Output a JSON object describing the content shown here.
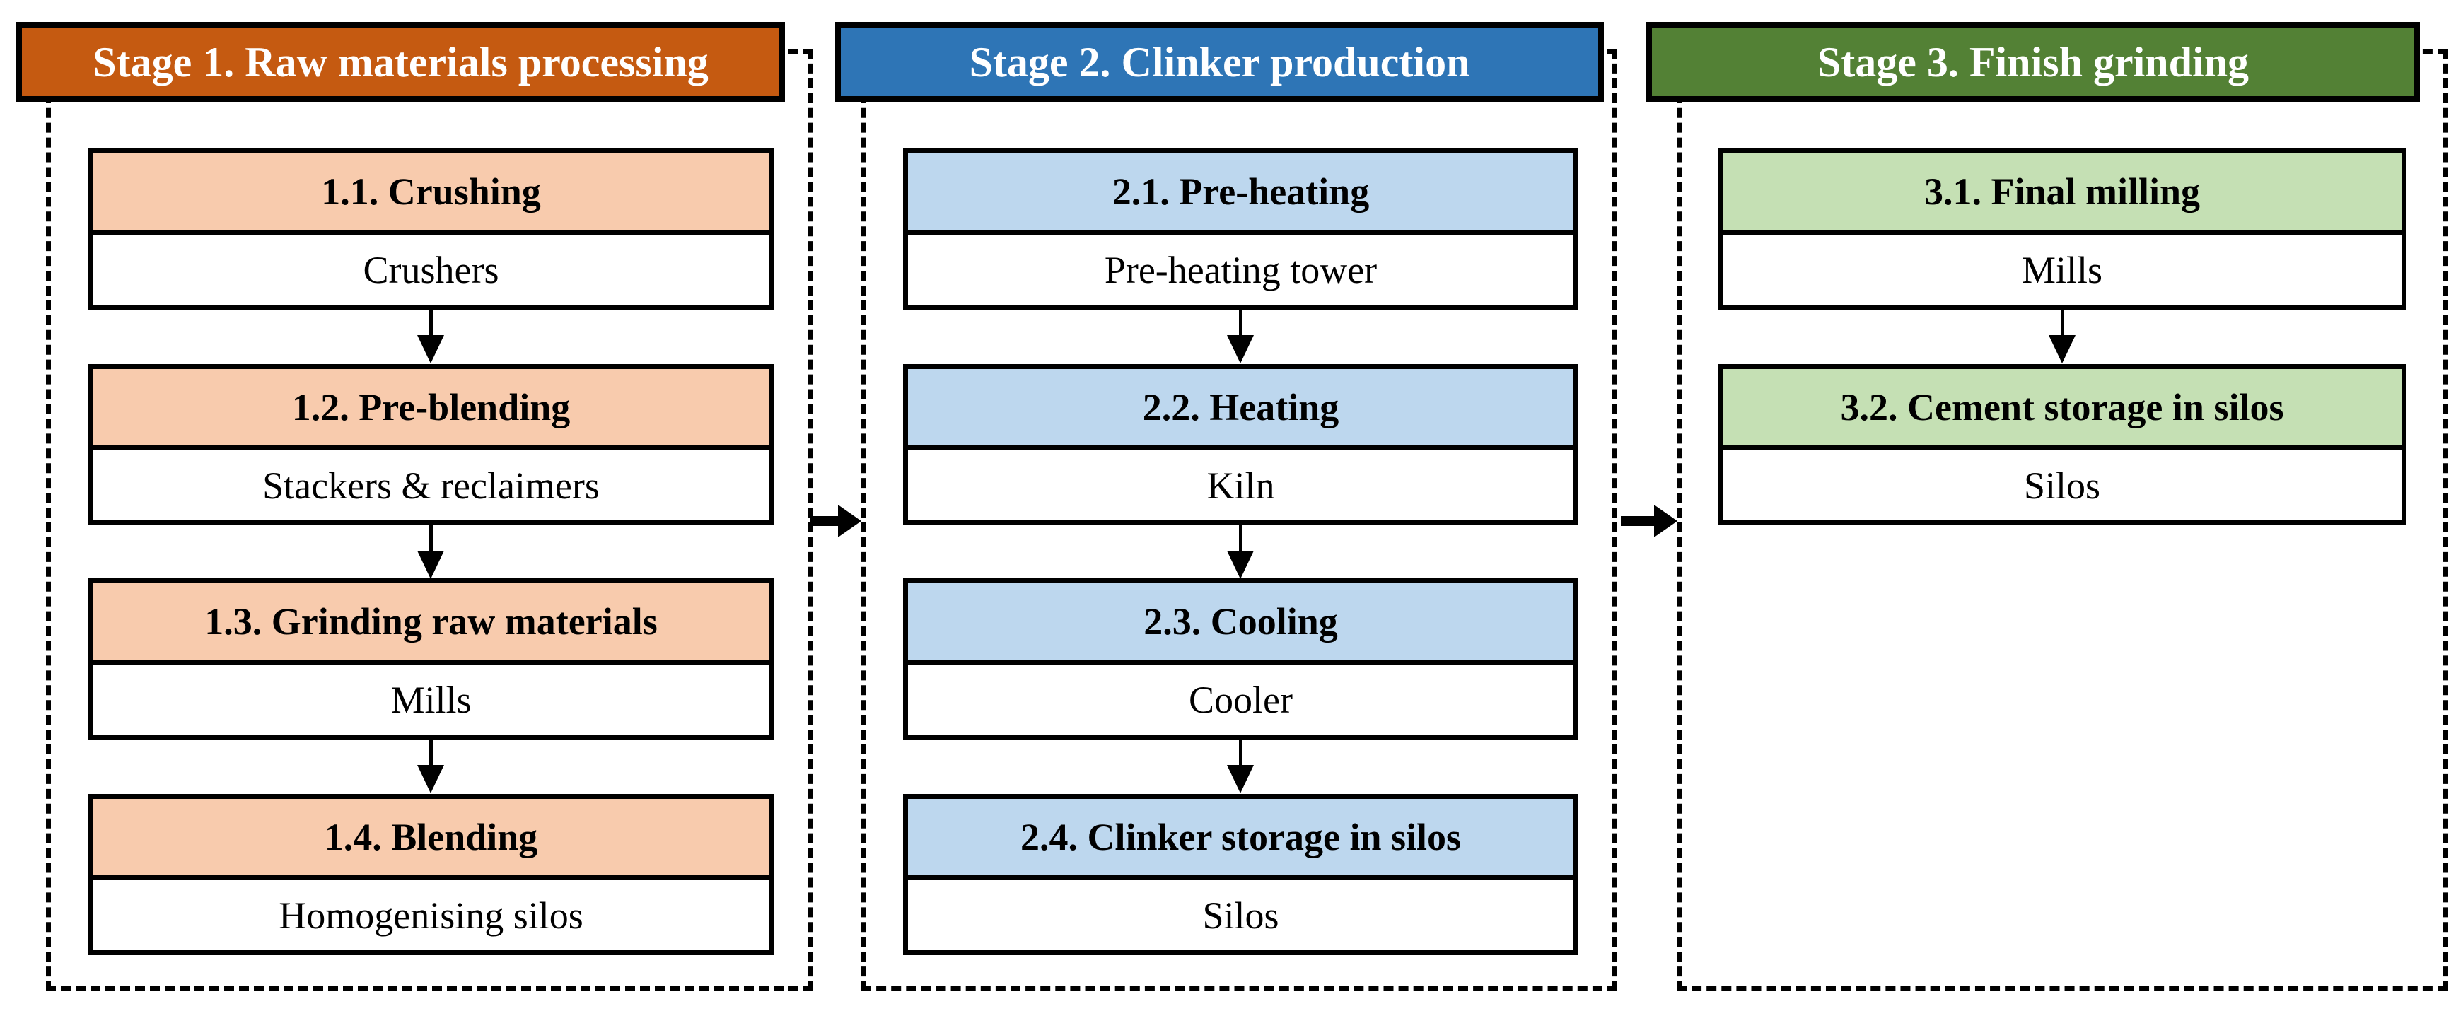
{
  "figure": {
    "description": "Three-stage cement production process flow diagram"
  },
  "stages": [
    {
      "label": "Stage 1. Raw materials processing",
      "header_color": "#C55A11",
      "block_fill": "#F8CBAD",
      "blocks": [
        {
          "title": "1.1. Crushing",
          "equipment": "Crushers"
        },
        {
          "title": "1.2. Pre-blending",
          "equipment": "Stackers & reclaimers"
        },
        {
          "title": "1.3. Grinding raw materials",
          "equipment": "Mills"
        },
        {
          "title": "1.4. Blending",
          "equipment": "Homogenising silos"
        }
      ]
    },
    {
      "label": "Stage 2. Clinker production",
      "header_color": "#2E75B6",
      "block_fill": "#BDD7EE",
      "blocks": [
        {
          "title": "2.1. Pre-heating",
          "equipment": "Pre-heating tower"
        },
        {
          "title": "2.2. Heating",
          "equipment": "Kiln"
        },
        {
          "title": "2.3. Cooling",
          "equipment": "Cooler"
        },
        {
          "title": "2.4. Clinker storage in silos",
          "equipment": "Silos"
        }
      ]
    },
    {
      "label": "Stage 3. Finish grinding",
      "header_color": "#538135",
      "block_fill": "#C5E0B4",
      "blocks": [
        {
          "title": "3.1. Final milling",
          "equipment": "Mills"
        },
        {
          "title": "3.2. Cement storage in silos",
          "equipment": "Silos"
        }
      ]
    }
  ],
  "colors": {
    "border": "#000000",
    "arrow": "#000000",
    "equipment_fill": "#FFFFFF",
    "header_text": "#FFFFFF",
    "background": "#FFFFFF"
  }
}
